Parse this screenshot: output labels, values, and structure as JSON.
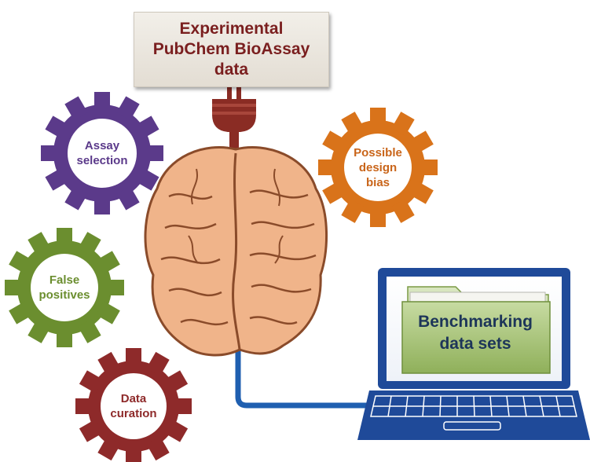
{
  "data_source": {
    "lines": [
      "Experimental",
      "PubChem BioAssay",
      "data"
    ]
  },
  "gears": {
    "assay_selection": {
      "lines": [
        "Assay",
        "selection"
      ],
      "color": "#5b3a8a"
    },
    "possible_design_bias": {
      "lines": [
        "Possible",
        "design",
        "bias"
      ],
      "color": "#d9731a"
    },
    "false_positives": {
      "lines": [
        "False",
        "positives"
      ],
      "color": "#6b8e2f"
    },
    "data_curation": {
      "lines": [
        "Data",
        "curation"
      ],
      "color": "#8e2a2a"
    }
  },
  "output": {
    "lines": [
      "Benchmarking",
      "data sets"
    ]
  },
  "colors": {
    "brain": "#f0b48a",
    "cable": "#1f5fb0",
    "plug": "#8a2c24",
    "laptop": "#1f4a99",
    "folder": "#9fbe6a"
  }
}
